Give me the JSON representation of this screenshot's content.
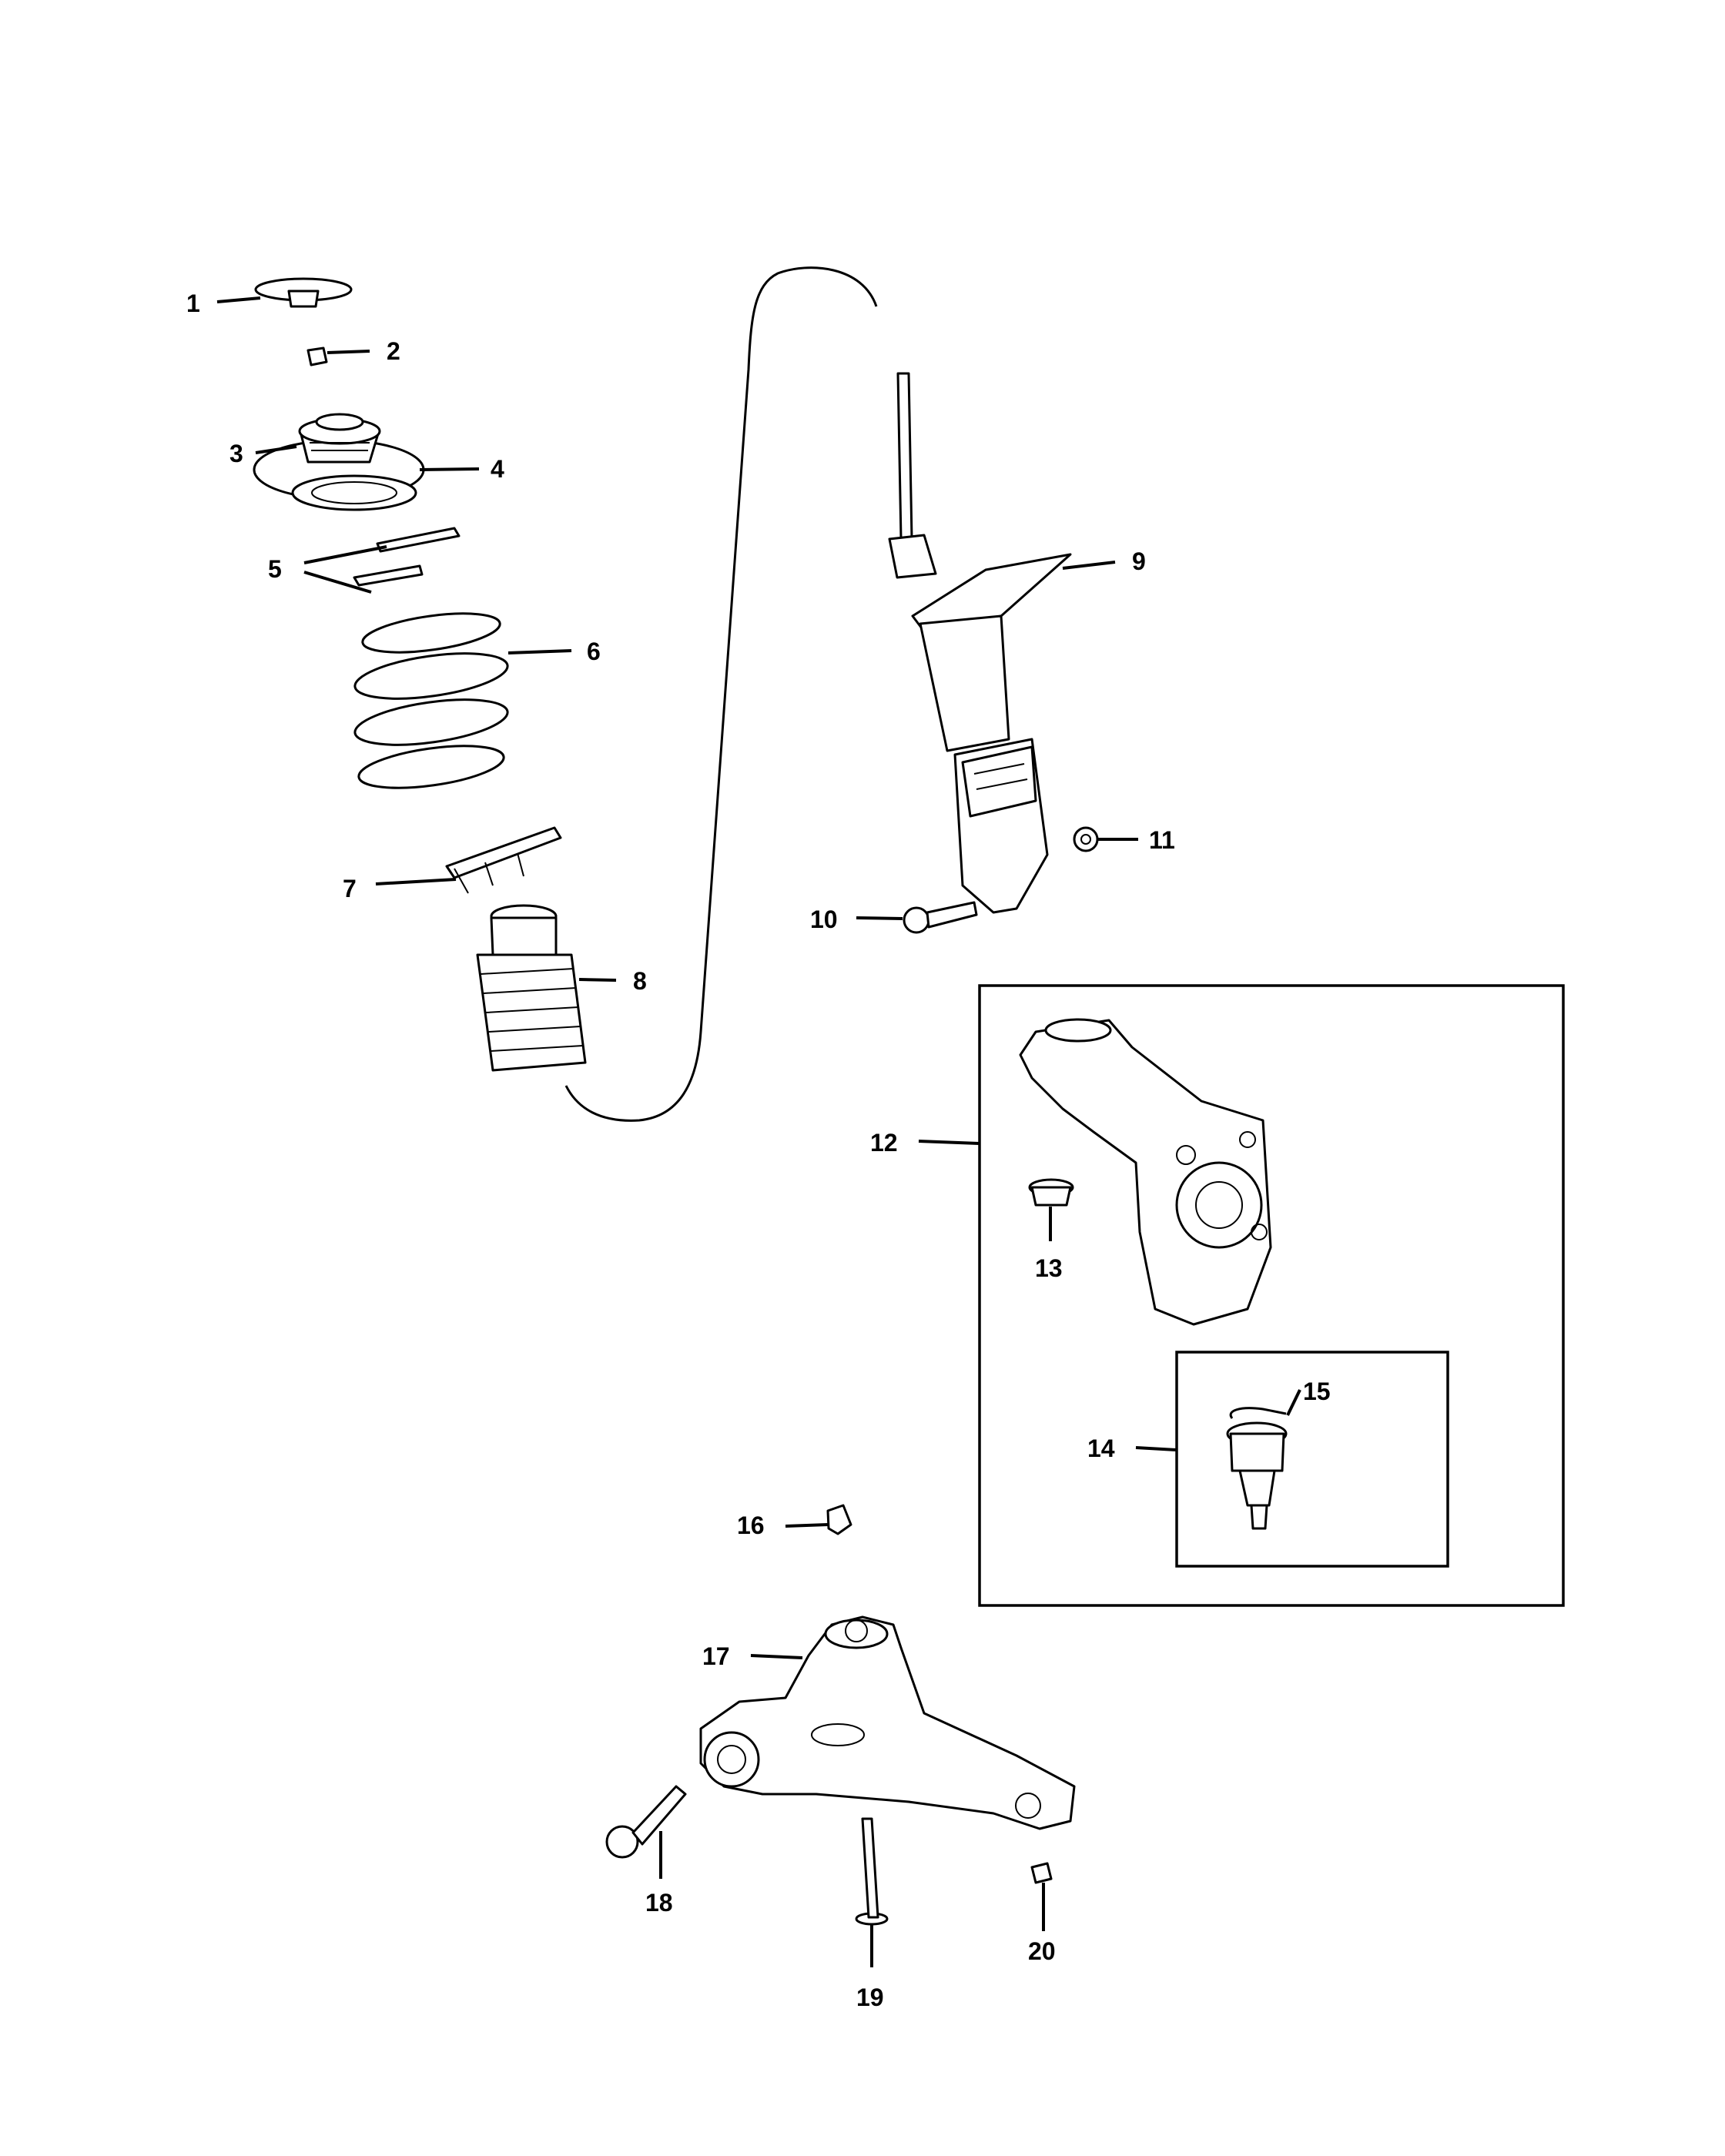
{
  "diagram": {
    "type": "exploded parts diagram",
    "callouts": [
      {
        "id": "1",
        "label": "1"
      },
      {
        "id": "2",
        "label": "2"
      },
      {
        "id": "3",
        "label": "3"
      },
      {
        "id": "4",
        "label": "4"
      },
      {
        "id": "5",
        "label": "5"
      },
      {
        "id": "6",
        "label": "6"
      },
      {
        "id": "7",
        "label": "7"
      },
      {
        "id": "8",
        "label": "8"
      },
      {
        "id": "9",
        "label": "9"
      },
      {
        "id": "10",
        "label": "10"
      },
      {
        "id": "11",
        "label": "11"
      },
      {
        "id": "12",
        "label": "12"
      },
      {
        "id": "13",
        "label": "13"
      },
      {
        "id": "14",
        "label": "14"
      },
      {
        "id": "15",
        "label": "15"
      },
      {
        "id": "16",
        "label": "16"
      },
      {
        "id": "17",
        "label": "17"
      },
      {
        "id": "18",
        "label": "18"
      },
      {
        "id": "19",
        "label": "19"
      },
      {
        "id": "20",
        "label": "20"
      }
    ],
    "groups": [
      {
        "name": "knuckle-assembly-box",
        "contains": [
          "12",
          "13",
          "14",
          "15"
        ]
      },
      {
        "name": "ball-joint-box",
        "contains": [
          "14",
          "15"
        ]
      }
    ]
  },
  "colors": {
    "ink": "#000000",
    "background": "#ffffff"
  }
}
